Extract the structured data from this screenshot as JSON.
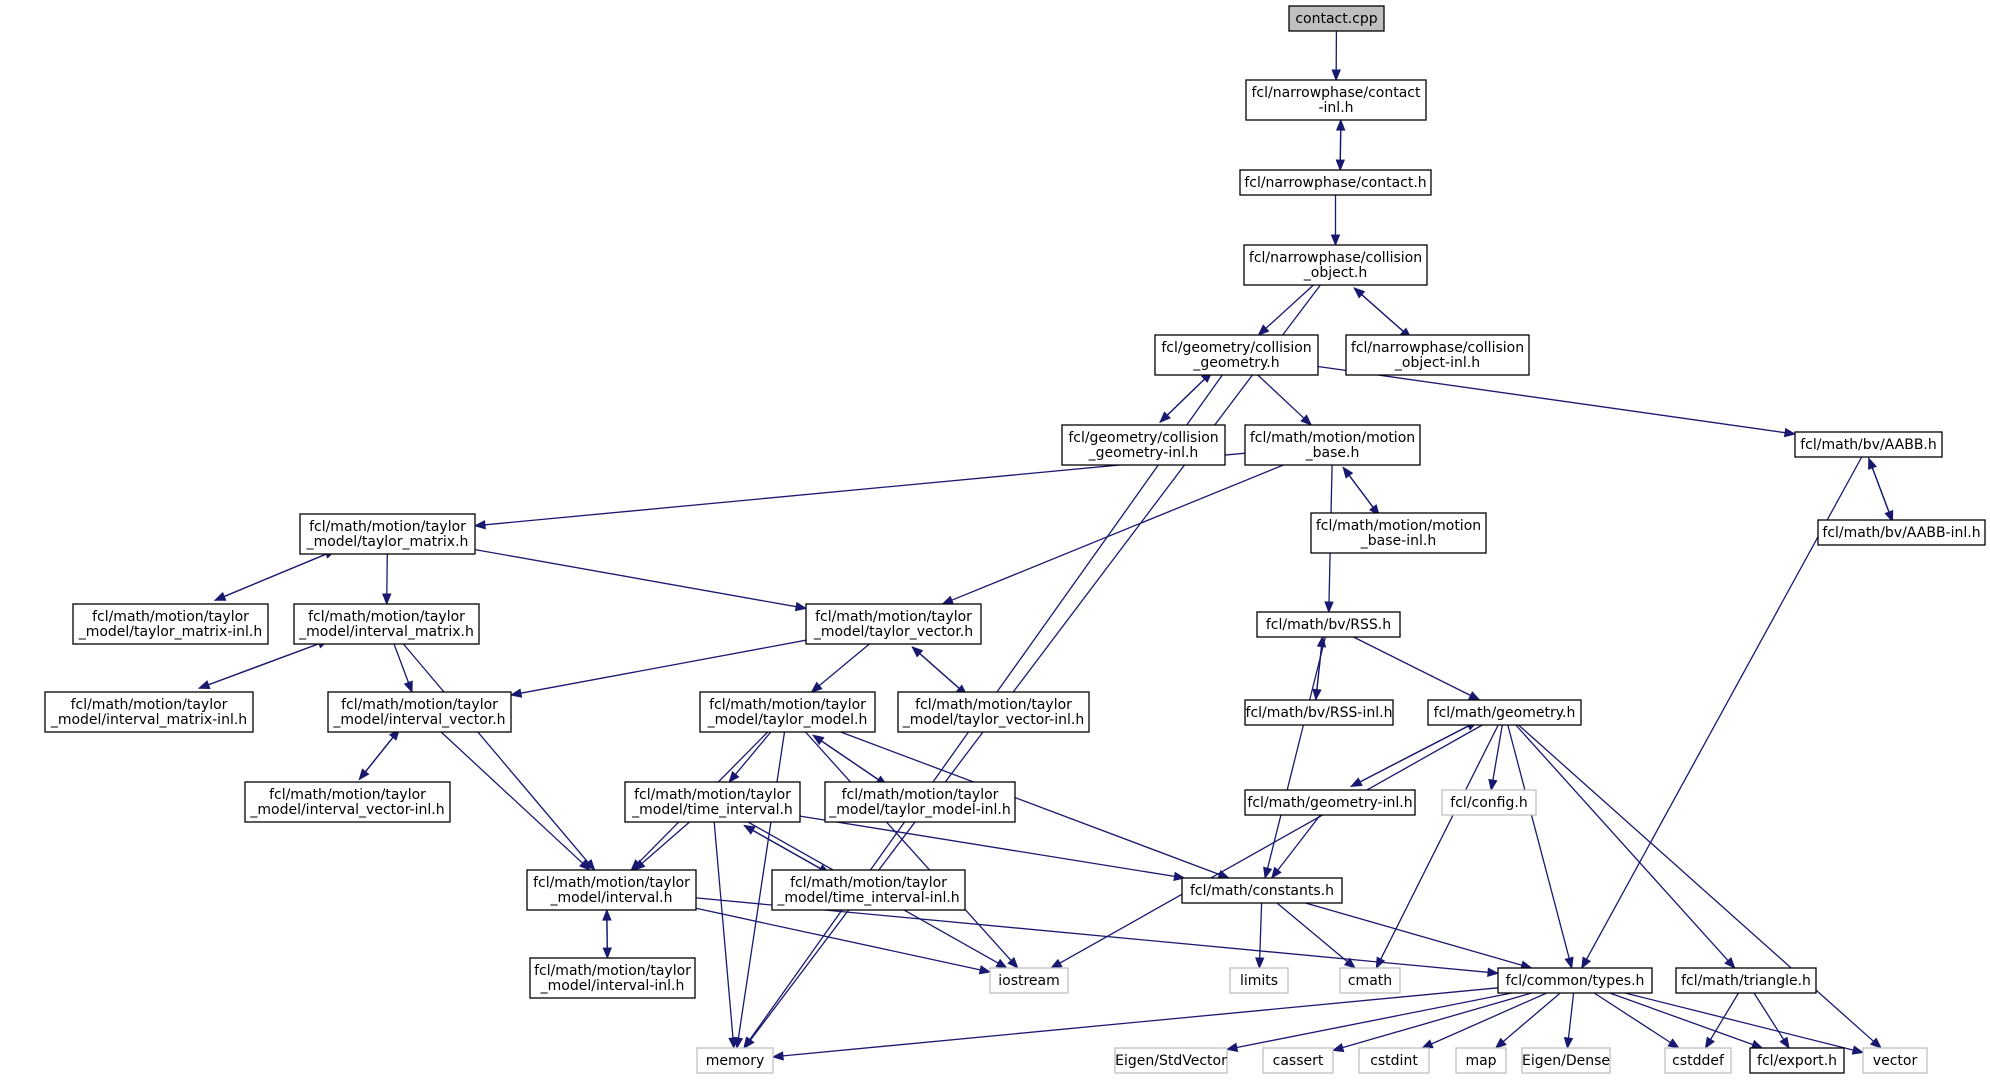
{
  "title": "contact.cpp",
  "colors": {
    "edge": "#191970",
    "node_border": "#000000",
    "external_border": "#bfbfbf",
    "root_fill": "#bfbfbf",
    "background": "#ffffff"
  },
  "nodes": [
    {
      "id": "contact_cpp",
      "lines": [
        "contact.cpp"
      ],
      "kind": "root"
    },
    {
      "id": "contact_inl",
      "lines": [
        "fcl/narrowphase/contact",
        "-inl.h"
      ],
      "kind": "header"
    },
    {
      "id": "contact_h",
      "lines": [
        "fcl/narrowphase/contact.h"
      ],
      "kind": "header"
    },
    {
      "id": "collision_object",
      "lines": [
        "fcl/narrowphase/collision",
        "_object.h"
      ],
      "kind": "header"
    },
    {
      "id": "collision_object_inl",
      "lines": [
        "fcl/narrowphase/collision",
        "_object-inl.h"
      ],
      "kind": "header"
    },
    {
      "id": "collision_geometry",
      "lines": [
        "fcl/geometry/collision",
        "_geometry.h"
      ],
      "kind": "header"
    },
    {
      "id": "collision_geometry_inl",
      "lines": [
        "fcl/geometry/collision",
        "_geometry-inl.h"
      ],
      "kind": "header"
    },
    {
      "id": "motion_base",
      "lines": [
        "fcl/math/motion/motion",
        "_base.h"
      ],
      "kind": "header"
    },
    {
      "id": "motion_base_inl",
      "lines": [
        "fcl/math/motion/motion",
        "_base-inl.h"
      ],
      "kind": "header"
    },
    {
      "id": "aabb",
      "lines": [
        "fcl/math/bv/AABB.h"
      ],
      "kind": "header"
    },
    {
      "id": "aabb_inl",
      "lines": [
        "fcl/math/bv/AABB-inl.h"
      ],
      "kind": "header"
    },
    {
      "id": "taylor_matrix",
      "lines": [
        "fcl/math/motion/taylor",
        "_model/taylor_matrix.h"
      ],
      "kind": "header"
    },
    {
      "id": "taylor_matrix_inl",
      "lines": [
        "fcl/math/motion/taylor",
        "_model/taylor_matrix-inl.h"
      ],
      "kind": "header"
    },
    {
      "id": "interval_matrix",
      "lines": [
        "fcl/math/motion/taylor",
        "_model/interval_matrix.h"
      ],
      "kind": "header"
    },
    {
      "id": "interval_matrix_inl",
      "lines": [
        "fcl/math/motion/taylor",
        "_model/interval_matrix-inl.h"
      ],
      "kind": "header"
    },
    {
      "id": "taylor_vector",
      "lines": [
        "fcl/math/motion/taylor",
        "_model/taylor_vector.h"
      ],
      "kind": "header"
    },
    {
      "id": "taylor_vector_inl",
      "lines": [
        "fcl/math/motion/taylor",
        "_model/taylor_vector-inl.h"
      ],
      "kind": "header"
    },
    {
      "id": "interval_vector",
      "lines": [
        "fcl/math/motion/taylor",
        "_model/interval_vector.h"
      ],
      "kind": "header"
    },
    {
      "id": "interval_vector_inl",
      "lines": [
        "fcl/math/motion/taylor",
        "_model/interval_vector-inl.h"
      ],
      "kind": "header"
    },
    {
      "id": "taylor_model",
      "lines": [
        "fcl/math/motion/taylor",
        "_model/taylor_model.h"
      ],
      "kind": "header"
    },
    {
      "id": "taylor_model_inl",
      "lines": [
        "fcl/math/motion/taylor",
        "_model/taylor_model-inl.h"
      ],
      "kind": "header"
    },
    {
      "id": "time_interval",
      "lines": [
        "fcl/math/motion/taylor",
        "_model/time_interval.h"
      ],
      "kind": "header"
    },
    {
      "id": "time_interval_inl",
      "lines": [
        "fcl/math/motion/taylor",
        "_model/time_interval-inl.h"
      ],
      "kind": "header"
    },
    {
      "id": "interval",
      "lines": [
        "fcl/math/motion/taylor",
        "_model/interval.h"
      ],
      "kind": "header"
    },
    {
      "id": "interval_inl",
      "lines": [
        "fcl/math/motion/taylor",
        "_model/interval-inl.h"
      ],
      "kind": "header"
    },
    {
      "id": "rss",
      "lines": [
        "fcl/math/bv/RSS.h"
      ],
      "kind": "header"
    },
    {
      "id": "rss_inl",
      "lines": [
        "fcl/math/bv/RSS-inl.h"
      ],
      "kind": "header"
    },
    {
      "id": "geometry_h",
      "lines": [
        "fcl/math/geometry.h"
      ],
      "kind": "header"
    },
    {
      "id": "geometry_inl",
      "lines": [
        "fcl/math/geometry-inl.h"
      ],
      "kind": "header"
    },
    {
      "id": "config_h",
      "lines": [
        "fcl/config.h"
      ],
      "kind": "external"
    },
    {
      "id": "constants",
      "lines": [
        "fcl/math/constants.h"
      ],
      "kind": "header"
    },
    {
      "id": "triangle",
      "lines": [
        "fcl/math/triangle.h"
      ],
      "kind": "header"
    },
    {
      "id": "types",
      "lines": [
        "fcl/common/types.h"
      ],
      "kind": "header"
    },
    {
      "id": "iostream",
      "lines": [
        "iostream"
      ],
      "kind": "external"
    },
    {
      "id": "limits",
      "lines": [
        "limits"
      ],
      "kind": "external"
    },
    {
      "id": "cmath",
      "lines": [
        "cmath"
      ],
      "kind": "external"
    },
    {
      "id": "memory",
      "lines": [
        "memory"
      ],
      "kind": "external"
    },
    {
      "id": "eigen_stdvector",
      "lines": [
        "Eigen/StdVector"
      ],
      "kind": "external"
    },
    {
      "id": "cassert",
      "lines": [
        "cassert"
      ],
      "kind": "external"
    },
    {
      "id": "cstdint",
      "lines": [
        "cstdint"
      ],
      "kind": "external"
    },
    {
      "id": "map",
      "lines": [
        "map"
      ],
      "kind": "external"
    },
    {
      "id": "eigen_dense",
      "lines": [
        "Eigen/Dense"
      ],
      "kind": "external"
    },
    {
      "id": "cstddef",
      "lines": [
        "cstddef"
      ],
      "kind": "external"
    },
    {
      "id": "export_h",
      "lines": [
        "fcl/export.h"
      ],
      "kind": "header"
    },
    {
      "id": "vector",
      "lines": [
        "vector"
      ],
      "kind": "external"
    }
  ],
  "edges": [
    [
      "contact_cpp",
      "contact_inl"
    ],
    [
      "contact_inl",
      "contact_h"
    ],
    [
      "contact_h",
      "contact_inl"
    ],
    [
      "contact_h",
      "collision_object"
    ],
    [
      "collision_object",
      "memory"
    ],
    [
      "collision_object",
      "collision_geometry"
    ],
    [
      "collision_object",
      "collision_object_inl"
    ],
    [
      "collision_object_inl",
      "collision_object"
    ],
    [
      "collision_geometry",
      "collision_geometry_inl"
    ],
    [
      "collision_geometry_inl",
      "collision_geometry"
    ],
    [
      "collision_geometry",
      "motion_base"
    ],
    [
      "collision_geometry",
      "aabb"
    ],
    [
      "collision_geometry",
      "memory"
    ],
    [
      "motion_base",
      "taylor_matrix"
    ],
    [
      "motion_base",
      "taylor_vector"
    ],
    [
      "motion_base",
      "motion_base_inl"
    ],
    [
      "motion_base_inl",
      "motion_base"
    ],
    [
      "motion_base",
      "rss"
    ],
    [
      "aabb",
      "aabb_inl"
    ],
    [
      "aabb_inl",
      "aabb"
    ],
    [
      "aabb",
      "types"
    ],
    [
      "taylor_matrix",
      "taylor_matrix_inl"
    ],
    [
      "taylor_matrix_inl",
      "taylor_matrix"
    ],
    [
      "taylor_matrix",
      "interval_matrix"
    ],
    [
      "taylor_matrix",
      "taylor_vector"
    ],
    [
      "interval_matrix",
      "interval_matrix_inl"
    ],
    [
      "interval_matrix_inl",
      "interval_matrix"
    ],
    [
      "interval_matrix",
      "interval_vector"
    ],
    [
      "interval_matrix",
      "interval"
    ],
    [
      "taylor_vector",
      "interval_vector"
    ],
    [
      "taylor_vector",
      "taylor_model"
    ],
    [
      "taylor_vector",
      "taylor_vector_inl"
    ],
    [
      "taylor_vector_inl",
      "taylor_vector"
    ],
    [
      "interval_vector",
      "interval_vector_inl"
    ],
    [
      "interval_vector_inl",
      "interval_vector"
    ],
    [
      "interval_vector",
      "interval"
    ],
    [
      "taylor_model",
      "memory"
    ],
    [
      "taylor_model",
      "interval"
    ],
    [
      "taylor_model",
      "time_interval"
    ],
    [
      "taylor_model",
      "taylor_model_inl"
    ],
    [
      "taylor_model_inl",
      "taylor_model"
    ],
    [
      "taylor_model",
      "iostream"
    ],
    [
      "taylor_model",
      "constants"
    ],
    [
      "time_interval",
      "interval"
    ],
    [
      "time_interval",
      "memory"
    ],
    [
      "time_interval",
      "time_interval_inl"
    ],
    [
      "time_interval_inl",
      "time_interval"
    ],
    [
      "time_interval",
      "iostream"
    ],
    [
      "time_interval",
      "constants"
    ],
    [
      "interval",
      "interval_inl"
    ],
    [
      "interval_inl",
      "interval"
    ],
    [
      "interval",
      "iostream"
    ],
    [
      "interval",
      "types"
    ],
    [
      "rss",
      "rss_inl"
    ],
    [
      "rss_inl",
      "rss"
    ],
    [
      "rss",
      "geometry_h"
    ],
    [
      "rss",
      "constants"
    ],
    [
      "geometry_h",
      "iostream"
    ],
    [
      "geometry_h",
      "geometry_inl"
    ],
    [
      "geometry_inl",
      "geometry_h"
    ],
    [
      "geometry_h",
      "config_h"
    ],
    [
      "geometry_h",
      "cmath"
    ],
    [
      "geometry_h",
      "types"
    ],
    [
      "geometry_h",
      "triangle"
    ],
    [
      "geometry_h",
      "vector"
    ],
    [
      "geometry_inl",
      "constants"
    ],
    [
      "constants",
      "limits"
    ],
    [
      "constants",
      "cmath"
    ],
    [
      "constants",
      "types"
    ],
    [
      "triangle",
      "cstddef"
    ],
    [
      "triangle",
      "export_h"
    ],
    [
      "types",
      "memory"
    ],
    [
      "types",
      "eigen_stdvector"
    ],
    [
      "types",
      "cassert"
    ],
    [
      "types",
      "cstdint"
    ],
    [
      "types",
      "map"
    ],
    [
      "types",
      "eigen_dense"
    ],
    [
      "types",
      "cstddef"
    ],
    [
      "types",
      "export_h"
    ],
    [
      "types",
      "vector"
    ]
  ]
}
